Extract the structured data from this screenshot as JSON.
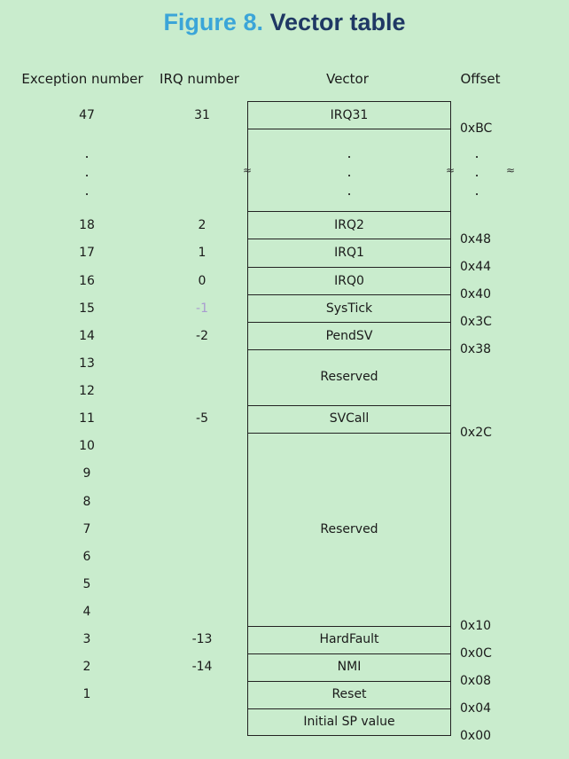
{
  "figure": {
    "label": "Figure 8.",
    "title": "Vector table"
  },
  "headers": {
    "exception": "Exception number",
    "irq": "IRQ number",
    "vector": "Vector",
    "offset": "Offset"
  },
  "rows": [
    {
      "exc": "47",
      "irq": "31",
      "vector": "IRQ31"
    },
    {
      "exc": "18",
      "irq": "2",
      "vector": "IRQ2"
    },
    {
      "exc": "17",
      "irq": "1",
      "vector": "IRQ1"
    },
    {
      "exc": "16",
      "irq": "0",
      "vector": "IRQ0"
    },
    {
      "exc": "15",
      "irq": "-1",
      "vector": "SysTick"
    },
    {
      "exc": "14",
      "irq": "-2",
      "vector": "PendSV"
    },
    {
      "exc": "13",
      "irq": ""
    },
    {
      "exc": "12",
      "irq": "",
      "vector": "Reserved"
    },
    {
      "exc": "11",
      "irq": "-5",
      "vector": "SVCall"
    },
    {
      "exc": "10",
      "irq": ""
    },
    {
      "exc": "9",
      "irq": ""
    },
    {
      "exc": "8",
      "irq": ""
    },
    {
      "exc": "7",
      "irq": "",
      "vector": "Reserved"
    },
    {
      "exc": "6",
      "irq": ""
    },
    {
      "exc": "5",
      "irq": ""
    },
    {
      "exc": "4",
      "irq": ""
    },
    {
      "exc": "3",
      "irq": "-13",
      "vector": "HardFault"
    },
    {
      "exc": "2",
      "irq": "-14",
      "vector": "NMI"
    },
    {
      "exc": "1",
      "irq": "",
      "vector": "Reset"
    },
    {
      "exc": "",
      "irq": "",
      "vector": "Initial SP value"
    }
  ],
  "offsets": [
    "0xBC",
    "0x48",
    "0x44",
    "0x40",
    "0x3C",
    "0x38",
    "0x2C",
    "0x10",
    "0x0C",
    "0x08",
    "0x04",
    "0x00"
  ],
  "ellipsis": ".",
  "break_mark": "≈",
  "colors": {
    "label": "#3ba5d8",
    "title": "#1f3864",
    "background": "#c9eccd",
    "faded_irq": "#a99bd0"
  }
}
